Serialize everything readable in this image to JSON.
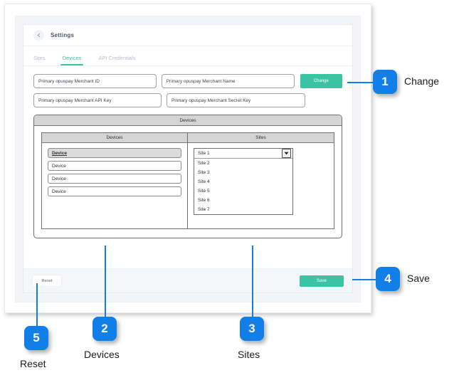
{
  "screenshot": {
    "header": {
      "title": "Settings",
      "back_icon": "chevron-left-icon"
    },
    "tabs": [
      {
        "label": "Sites",
        "active": false
      },
      {
        "label": "Devices",
        "active": true
      },
      {
        "label": "API Credentials",
        "active": false
      }
    ],
    "fields": {
      "merchant_id": "Primary opuspay Merchant ID",
      "merchant_name": "Primary opuspay Merchant Name",
      "merchant_api_key": "Primary opuspay Merchant API Key",
      "merchant_secret_key": "Primary opuspay Merchant Secret Key"
    },
    "change_button": "Change",
    "group": {
      "title": "Devices",
      "columns": {
        "devices_header": "Devices",
        "sites_header": "Sites"
      },
      "devices": [
        {
          "label": "Device",
          "selected": true
        },
        {
          "label": "Device",
          "selected": false
        },
        {
          "label": "Device",
          "selected": false
        },
        {
          "label": "Device",
          "selected": false
        }
      ],
      "sites_dropdown": {
        "selected": "Site 1",
        "arrow_icon": "chevron-down-icon",
        "options": [
          "Site 2",
          "Site 3",
          "Site 4",
          "Site 5",
          "Site 6",
          "Site 7"
        ]
      }
    },
    "footer": {
      "reset_button": "Reset",
      "save_button": "Save"
    }
  },
  "callouts": [
    {
      "number": "1",
      "label": "Change"
    },
    {
      "number": "2",
      "label": "Devices"
    },
    {
      "number": "3",
      "label": "Sites"
    },
    {
      "number": "4",
      "label": "Save"
    },
    {
      "number": "5",
      "label": "Reset"
    }
  ],
  "colors": {
    "badge_blue": "#127fe8",
    "accent_teal": "#3bc4a4",
    "text_dark": "#2e2e2e"
  }
}
